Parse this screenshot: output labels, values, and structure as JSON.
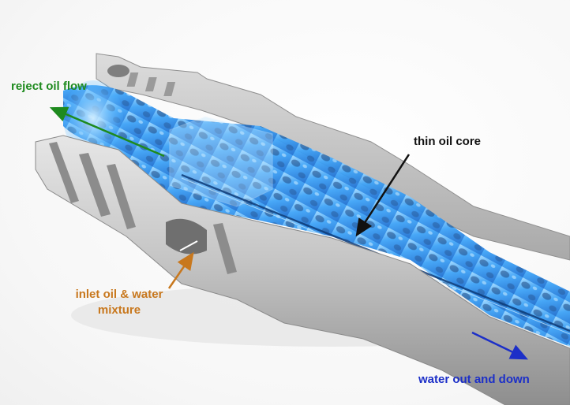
{
  "labels": {
    "reject": {
      "text": "reject oil flow",
      "color": "#1e8a1e"
    },
    "core": {
      "text": "thin oil core",
      "color": "#111111"
    },
    "inlet_line1": {
      "text": "inlet oil & water",
      "color": "#c8781e"
    },
    "inlet_line2": {
      "text": "mixture",
      "color": "#c8781e"
    },
    "water": {
      "text": "water out and down",
      "color": "#1c2fc8"
    }
  },
  "colors": {
    "metal_light": "#d9d9d9",
    "metal_mid": "#b8b8b8",
    "metal_dark": "#8f8f8f",
    "fluid": "#3fa9ff"
  }
}
